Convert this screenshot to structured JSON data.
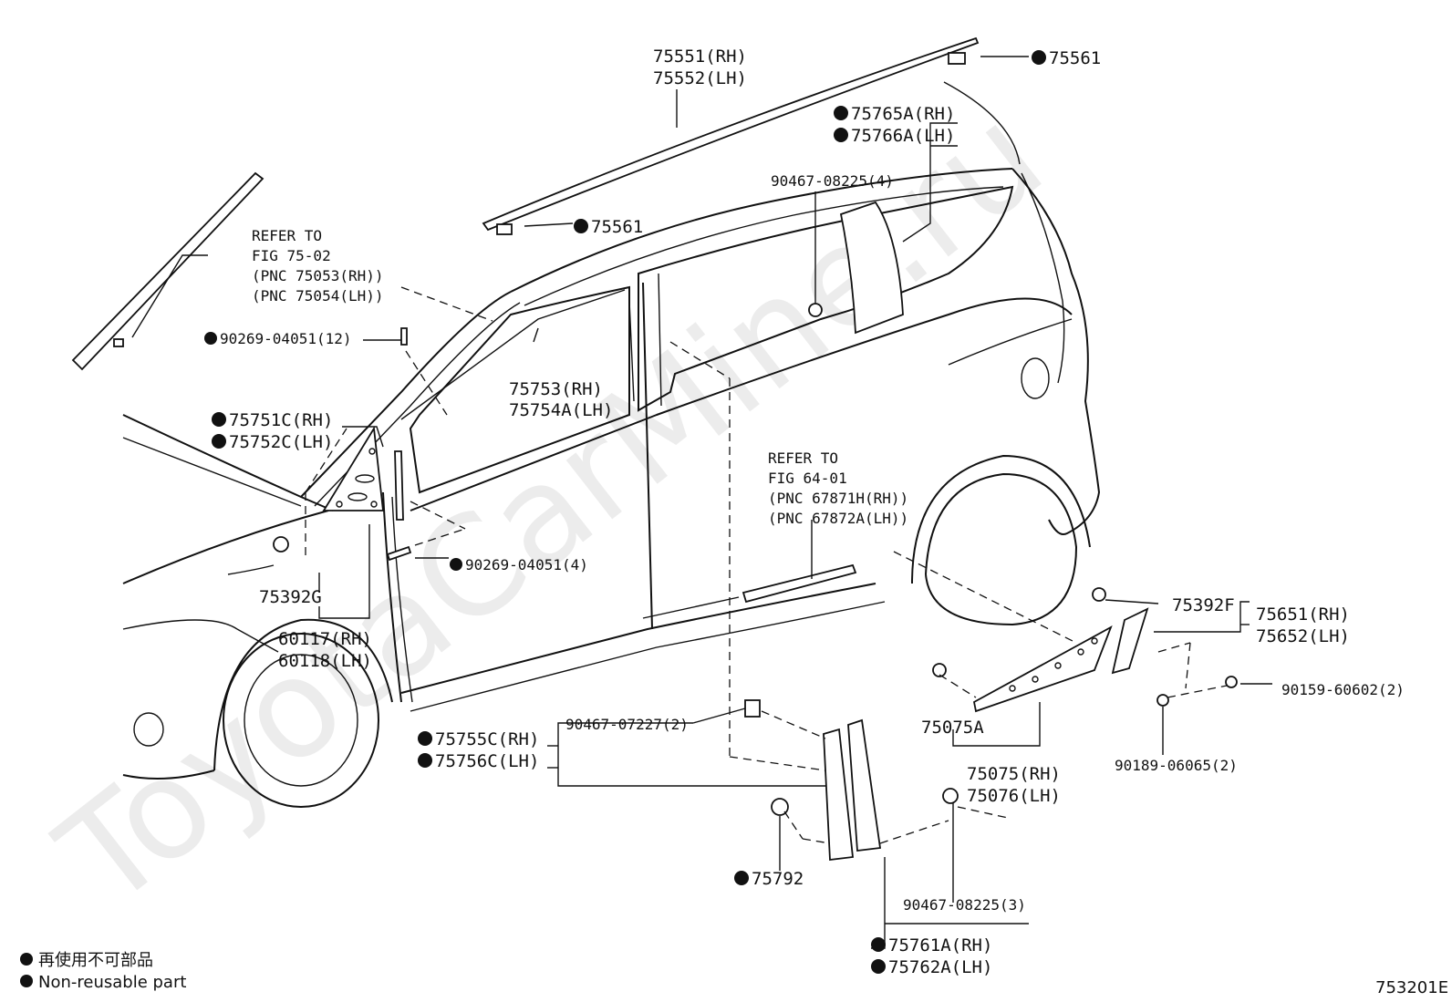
{
  "diagram": {
    "watermark": "ToyotaCarMine.ru",
    "figure_code": "753201E",
    "legend": {
      "jp_text": "再使用不可部品",
      "en_text": "Non-reusable part"
    },
    "callouts": {
      "roof_molding_rh": "75551(RH)",
      "roof_molding_lh": "75552(LH)",
      "clip_top": "75561",
      "clip_left": "75561",
      "rear_pillar_rh": "75765A(RH)",
      "rear_pillar_lh": "75766A(LH)",
      "screw_rear_pillar": "90467-08225(4)",
      "refer_1_a": "REFER TO",
      "refer_1_b": "FIG 75-02",
      "refer_1_c": "(PNC 75053(RH))",
      "refer_1_d": "(PNC 75054(LH))",
      "rivet_12": "90269-04051(12)",
      "door_molding_rh": "75753(RH)",
      "door_molding_lh": "75754A(LH)",
      "corner_rh": "75751C(RH)",
      "corner_lh": "75752C(LH)",
      "rivet_4": "90269-04051(4)",
      "refer_2_a": "REFER TO",
      "refer_2_b": "FIG 64-01",
      "refer_2_c": "(PNC 67871H(RH))",
      "refer_2_d": "(PNC 67872A(LH))",
      "clip_75392g": "75392G",
      "fender_rh": "60117(RH)",
      "fender_lh": "60118(LH)",
      "clip_75392f": "75392F",
      "quarter_rh": "75651(RH)",
      "quarter_lh": "75652(LH)",
      "clip_75075a": "75075A",
      "screw_90159": "90159-60602(2)",
      "panel_75075_rh": "75075(RH)",
      "panel_75076_lh": "75076(LH)",
      "clip_90189": "90189-06065(2)",
      "screw_90467_07227": "90467-07227(2)",
      "center_pillar_rh": "75755C(RH)",
      "center_pillar_lh": "75756C(LH)",
      "clip_75792": "75792",
      "screw_90467_08225_3": "90467-08225(3)",
      "rear_door_pillar_rh": "75761A(RH)",
      "rear_door_pillar_lh": "75762A(LH)"
    }
  }
}
